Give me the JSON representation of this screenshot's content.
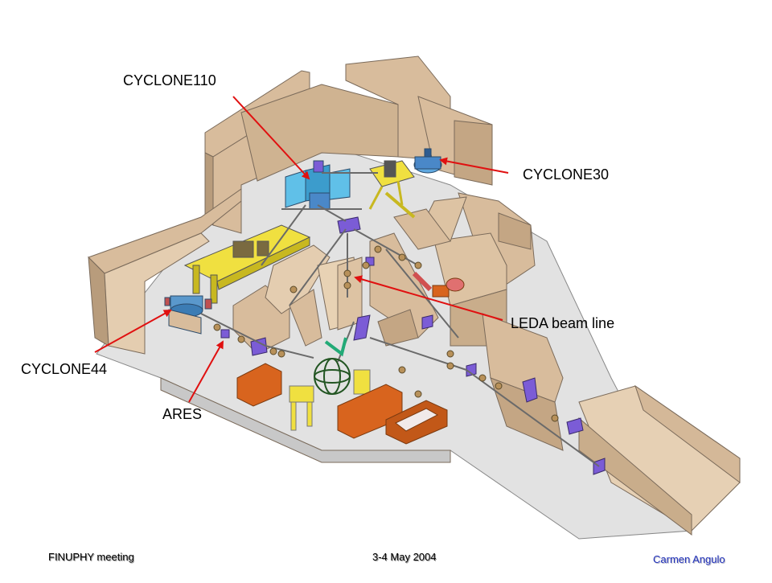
{
  "labels": {
    "cyclone110": "CYCLONE110",
    "cyclone30": "CYCLONE30",
    "leda": "LEDA beam line",
    "cyclone44": "CYCLONE44",
    "ares": "ARES"
  },
  "footer": {
    "left": "FINUPHY meeting",
    "center": "3-4 May 2004",
    "right": "Carmen Angulo"
  },
  "colors": {
    "wall": "#d8bc9c",
    "wall_dark": "#b89c7c",
    "floor": "#e2e2e2",
    "arrow": "#e01010",
    "yellow": "#f0e040",
    "cyan": "#60c0e8",
    "orange": "#d8641e",
    "footer_accent": "#2233bb"
  }
}
